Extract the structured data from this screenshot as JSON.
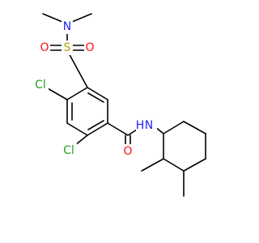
{
  "molecule": {
    "atoms": {
      "cl_top": "Cl",
      "cl_bottom": "Cl",
      "s": "S",
      "o_left": "O",
      "o_right": "O",
      "n_amine": "N",
      "nh_amide": "N",
      "h_amide": "H",
      "o_carbonyl": "O"
    }
  },
  "colors": {
    "bond": "#000000",
    "chlorine": "#1fa01f",
    "sulfur": "#b2a100",
    "oxygen": "#ff0d0d",
    "nitrogen": "#2020ff"
  }
}
